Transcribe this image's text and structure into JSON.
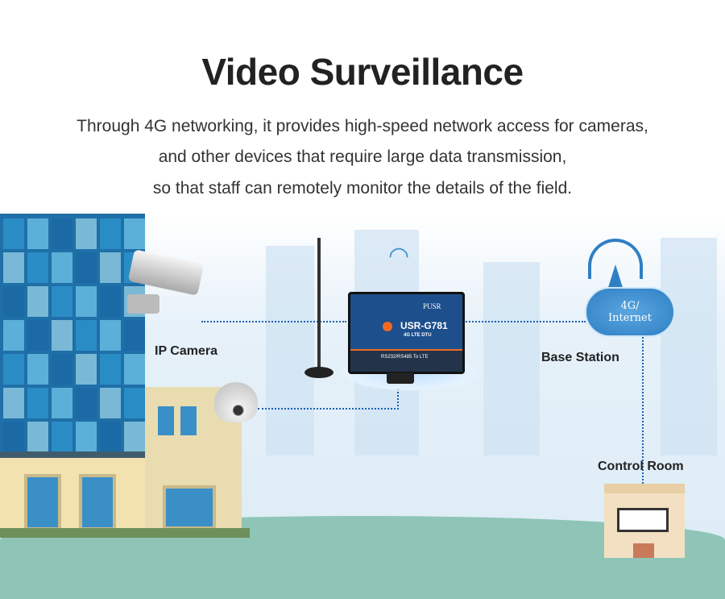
{
  "title": "Video Surveillance",
  "subtitle": [
    "Through 4G networking, it provides high-speed network access for cameras,",
    "and other devices that require large data transmission,",
    "so that staff can remotely monitor the details of the field."
  ],
  "labels": {
    "ip_camera": "IP Camera",
    "base_station": "Base Station",
    "control_room": "Control Room"
  },
  "device": {
    "brand": "PUSR",
    "model": "USR-G781",
    "type": "4G LTE DTU",
    "interface": "RS232/RS485 To LTE"
  },
  "cloud": {
    "line1": "4G/",
    "line2": "Internet"
  },
  "colors": {
    "line": "#1a5fb4",
    "device": "#1d4f8c",
    "accent": "#f26a21",
    "cloud": "#3d8fd0"
  }
}
